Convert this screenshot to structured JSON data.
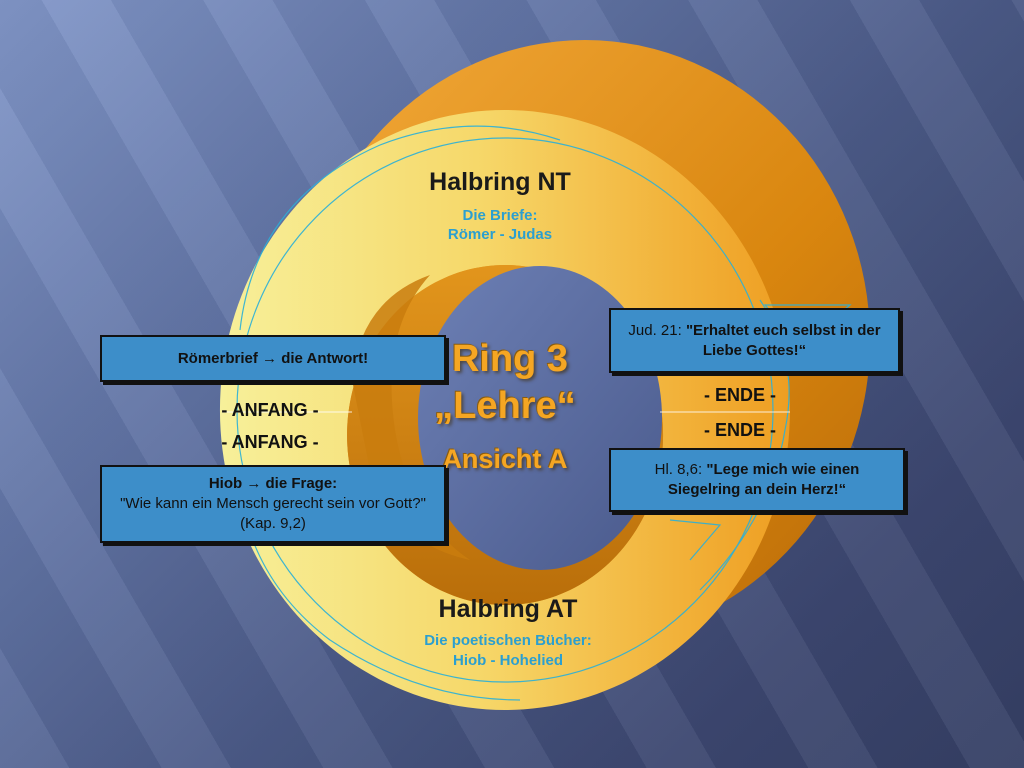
{
  "top_half": {
    "title": "Halbring NT",
    "sub_line1": "Die Briefe:",
    "sub_line2": "Römer - Judas"
  },
  "bottom_half": {
    "title": "Halbring AT",
    "sub_line1": "Die poetischen Bücher:",
    "sub_line2": "Hiob - Hohelied"
  },
  "center": {
    "title_line1": "Ring 3",
    "title_line2": "„Lehre“",
    "subtitle": "Ansicht A"
  },
  "markers": {
    "anfang_top": "- ANFANG -",
    "anfang_bottom": "- ANFANG -",
    "ende_top": "- ENDE -",
    "ende_bottom": "- ENDE -"
  },
  "boxes": {
    "roemer": {
      "book": "Römerbrief",
      "arrow": "→",
      "text": "die Antwort!"
    },
    "hiob": {
      "book": "Hiob",
      "arrow": "→",
      "text": "die Frage:",
      "quote": "\"Wie kann ein Mensch gerecht sein vor Gott?\" (Kap. 9,2)"
    },
    "judas": {
      "ref": "Jud. 21:",
      "quote": "\"Erhaltet euch selbst in der Liebe Gottes!“"
    },
    "hohelied": {
      "ref": "Hl. 8,6:",
      "quote": "\"Lege mich wie einen Siegelring an dein Herz!“"
    }
  },
  "colors": {
    "ring_light": "#f6eb8a",
    "ring_dark": "#f0a020",
    "box_fill": "#3d8ec9",
    "subtitle_blue": "#2b9fd0",
    "title_orange": "#f5a623"
  }
}
